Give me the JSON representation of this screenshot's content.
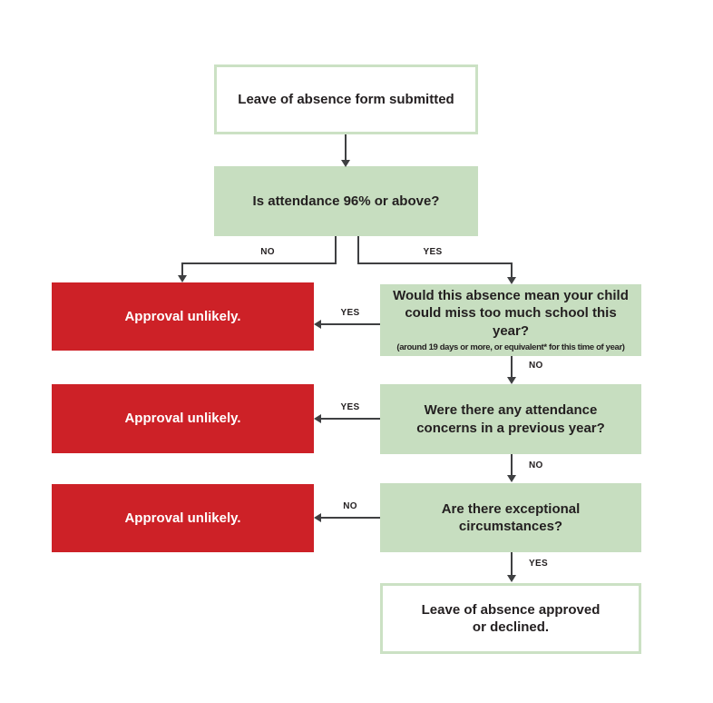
{
  "colors": {
    "paper": "#ffffff",
    "ink": "#231f20",
    "red": "#cd2127",
    "green_fill": "#c7dec0",
    "green_border": "#cbe1c4",
    "line": "#3f4042",
    "white_text": "#ffffff"
  },
  "nodes": {
    "start": "Leave of absence form submitted",
    "attendance_check": "Is attendance 96% or above?",
    "miss_too_much": "Would this absence mean your child could miss too much school this year?",
    "miss_too_much_note": "(around 19 days or more, or equivalent* for this time of year)",
    "previous_concerns": "Were there any attendance concerns in a previous year?",
    "exceptional": "Are there exceptional circumstances?",
    "outcome": "Leave of absence approved or declined.",
    "approval_unlikely_1": "Approval unlikely.",
    "approval_unlikely_2": "Approval unlikely.",
    "approval_unlikely_3": "Approval unlikely."
  },
  "edge_labels": {
    "attendance_no": "NO",
    "attendance_yes": "YES",
    "miss_yes": "YES",
    "miss_no": "NO",
    "concerns_yes": "YES",
    "concerns_no": "NO",
    "exceptional_no": "NO",
    "exceptional_yes": "YES"
  }
}
